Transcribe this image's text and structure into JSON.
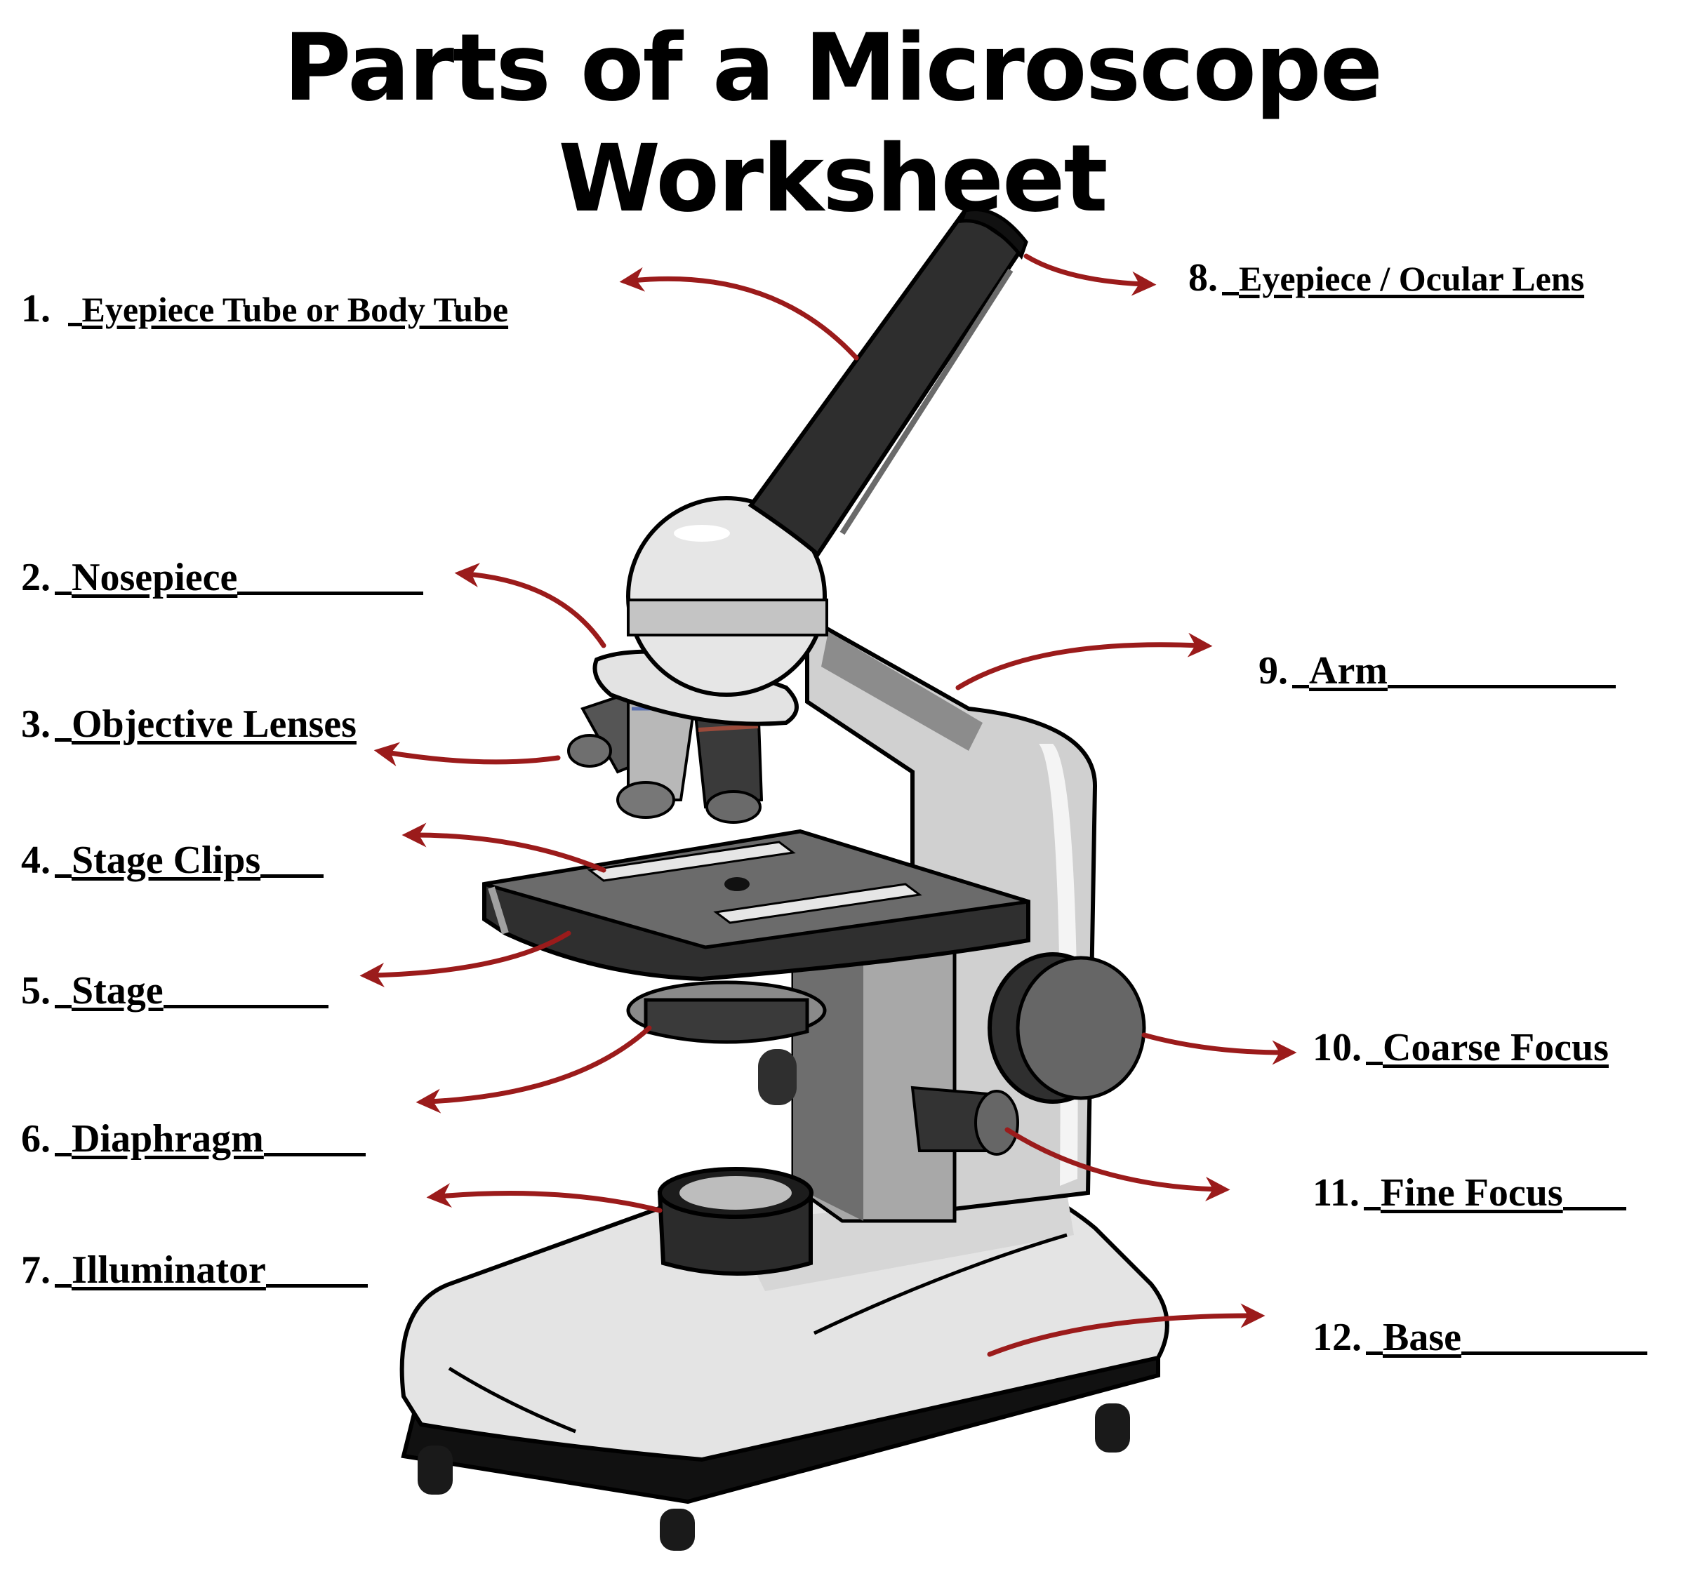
{
  "title": "Parts of a Microscope Worksheet",
  "colors": {
    "arrow": "#9b1b1b",
    "tube": "#2e2e2e",
    "body_light": "#e6e6e6",
    "body_mid": "#b4b4b4",
    "body_dark": "#5a5a5a",
    "outline": "#000000"
  },
  "labels": [
    {
      "number": "1.",
      "answer": "Eyepiece Tube or Body Tube",
      "side": "left"
    },
    {
      "number": "2.",
      "answer": "Nosepiece",
      "side": "left"
    },
    {
      "number": "3.",
      "answer": "Objective Lenses",
      "side": "left"
    },
    {
      "number": "4.",
      "answer": "Stage Clips",
      "side": "left"
    },
    {
      "number": "5.",
      "answer": "Stage",
      "side": "left"
    },
    {
      "number": "6.",
      "answer": "Diaphragm",
      "side": "left"
    },
    {
      "number": "7.",
      "answer": "Illuminator",
      "side": "left"
    },
    {
      "number": "8.",
      "answer": "Eyepiece / Ocular Lens",
      "side": "right"
    },
    {
      "number": "9.",
      "answer": "Arm",
      "side": "right"
    },
    {
      "number": "10.",
      "answer": "Coarse Focus",
      "side": "right"
    },
    {
      "number": "11.",
      "answer": "Fine Focus",
      "side": "right"
    },
    {
      "number": "12.",
      "answer": "Base",
      "side": "right"
    }
  ],
  "illustration": {
    "subject": "microscope",
    "description": "Grayscale compound microscope illustration with red curved arrows pointing to each labeled part"
  }
}
